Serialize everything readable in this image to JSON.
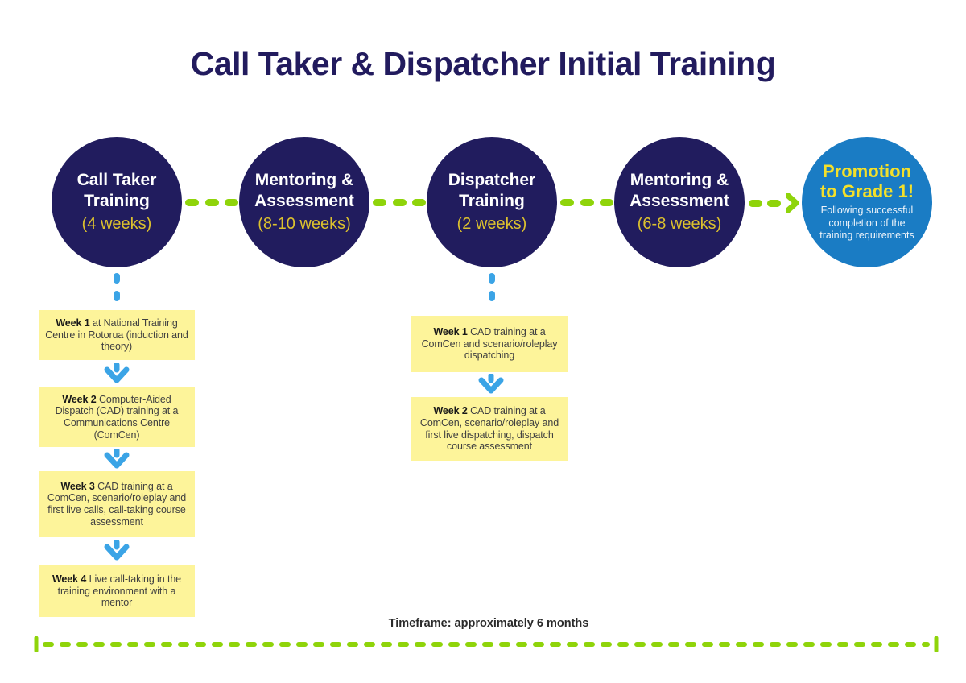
{
  "title": "Call Taker & Dispatcher Initial Training",
  "stages": [
    {
      "line1": "Call Taker",
      "line2": "Training",
      "duration": "(4 weeks)"
    },
    {
      "line1": "Mentoring &",
      "line2": "Assessment",
      "duration": "(8-10 weeks)"
    },
    {
      "line1": "Dispatcher",
      "line2": "Training",
      "duration": "(2 weeks)"
    },
    {
      "line1": "Mentoring &",
      "line2": "Assessment",
      "duration": "(6-8 weeks)"
    }
  ],
  "promotion": {
    "title_line1": "Promotion",
    "title_line2": "to Grade 1!",
    "subtitle": "Following successful completion of the training requirements"
  },
  "call_taker_weeks": [
    {
      "label": "Week 1",
      "text": " at National Training Centre in Rotorua (induction and theory)"
    },
    {
      "label": "Week 2",
      "text": " Computer-Aided Dispatch (CAD) training at a Communications Centre (ComCen)"
    },
    {
      "label": "Week 3",
      "text": " CAD training at a ComCen, scenario/roleplay and first live calls, call-taking course assessment"
    },
    {
      "label": "Week 4",
      "text": " Live call-taking in the training environment with a mentor"
    }
  ],
  "dispatcher_weeks": [
    {
      "label": "Week 1",
      "text": " CAD training at a ComCen and scenario/roleplay dispatching"
    },
    {
      "label": "Week 2",
      "text": " CAD training at a ComCen, scenario/roleplay and first live dispatching, dispatch course assessment"
    }
  ],
  "timeframe_label": "Timeframe: approximately 6 months",
  "colors": {
    "navy": "#211c5e",
    "promo_blue": "#1a7cc4",
    "lime_green": "#8fd40a",
    "box_yellow": "#fdf49a",
    "duration_gold": "#dcc12e",
    "promo_yellow": "#f4e02a",
    "arrow_blue": "#3ba4e6"
  }
}
